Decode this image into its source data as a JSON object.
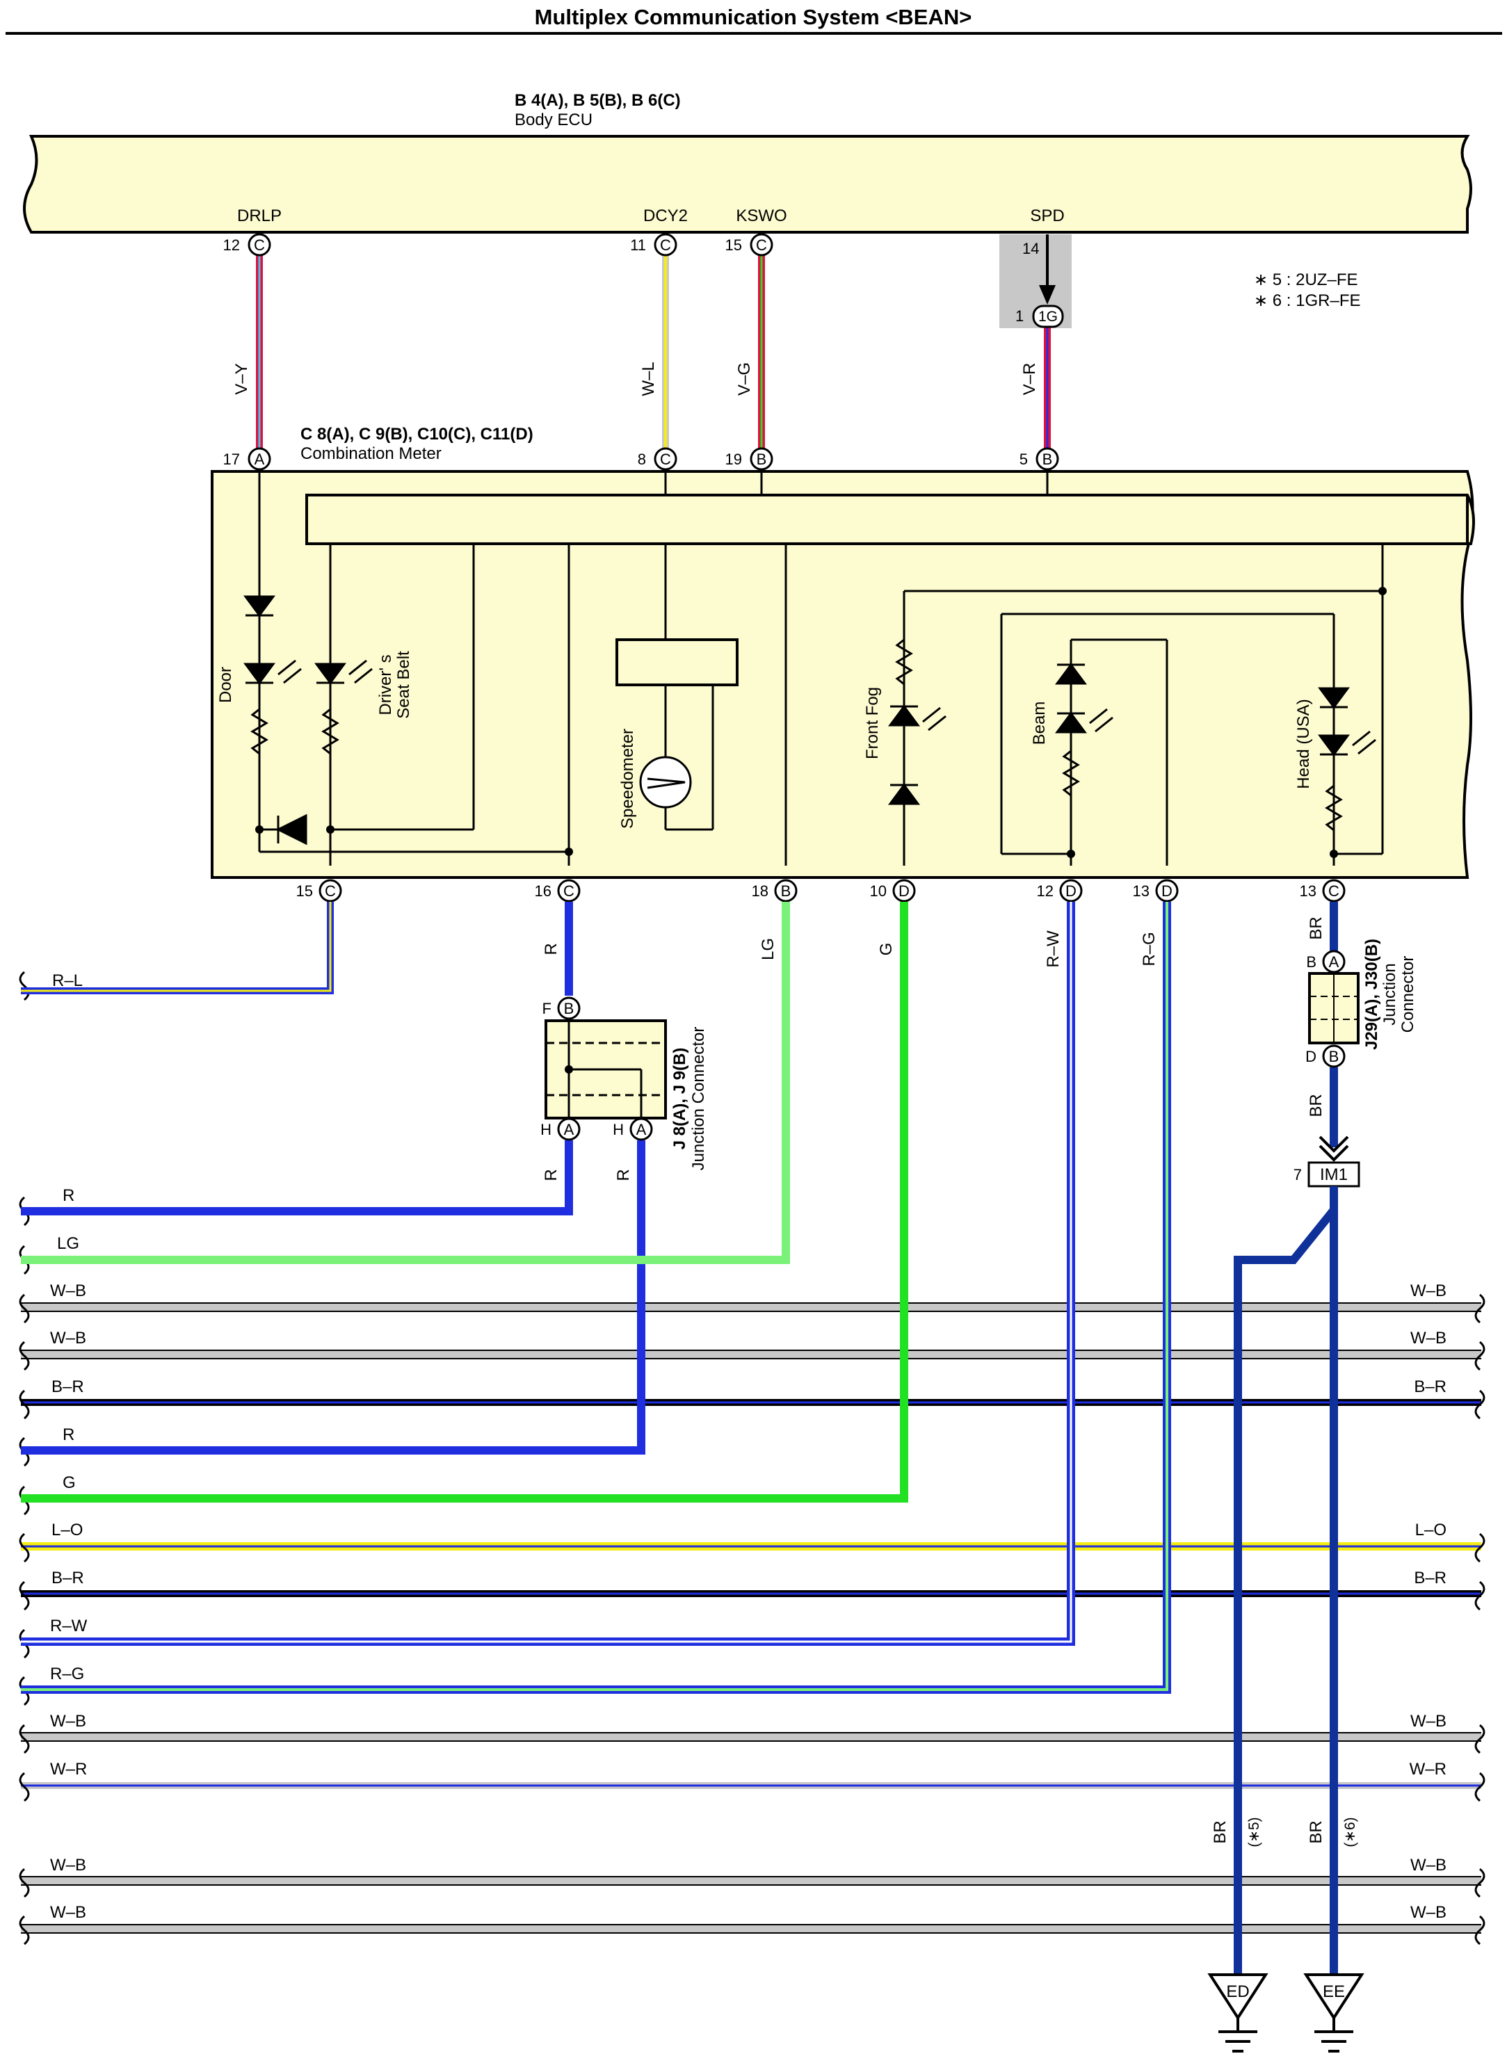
{
  "title": "Multiplex Communication System <BEAN>",
  "body_ecu": {
    "code": "B 4(A), B 5(B), B 6(C)",
    "name": "Body ECU"
  },
  "meter": {
    "code": "C 8(A), C 9(B), C10(C), C11(D)",
    "name": "Combination Meter"
  },
  "notes": [
    "∗ 5 : 2UZ–FE",
    "∗ 6 : 1GR–FE"
  ],
  "ecu_terms": [
    {
      "name": "DRLP",
      "pin": "12",
      "conn": "C"
    },
    {
      "name": "DCY2",
      "pin": "11",
      "conn": "C"
    },
    {
      "name": "KSWO",
      "pin": "15",
      "conn": "C"
    },
    {
      "name": "SPD",
      "pin": "14",
      "conn": ""
    }
  ],
  "connector_1g": {
    "pin": "1",
    "label": "1G"
  },
  "wires_top": [
    "V–Y",
    "W–L",
    "V–G",
    "V–R"
  ],
  "meter_top_pins": [
    {
      "pin": "17",
      "conn": "A"
    },
    {
      "pin": "8",
      "conn": "C"
    },
    {
      "pin": "19",
      "conn": "B"
    },
    {
      "pin": "5",
      "conn": "B"
    }
  ],
  "meter_bottom_pins": [
    {
      "pin": "15",
      "conn": "C"
    },
    {
      "pin": "16",
      "conn": "C"
    },
    {
      "pin": "18",
      "conn": "B"
    },
    {
      "pin": "10",
      "conn": "D"
    },
    {
      "pin": "12",
      "conn": "D"
    },
    {
      "pin": "13",
      "conn": "D"
    },
    {
      "pin": "13",
      "conn": "C"
    }
  ],
  "internal_labels": [
    "Door",
    "Driver' s",
    "Seat Belt",
    "Speedometer",
    "Front Fog",
    "Beam",
    "Head (USA)"
  ],
  "j8": {
    "code": "J 8(A), J 9(B)",
    "name": "Junction Connector",
    "pin_f": "F",
    "conn_b": "B",
    "pin_h1": "H",
    "conn_a1": "A",
    "pin_h2": "H",
    "conn_a2": "A"
  },
  "j29": {
    "code": "J29(A), J30(B)",
    "name1": "Junction",
    "name2": "Connector",
    "pin_b": "B",
    "conn_a": "A",
    "pin_d": "D",
    "conn_b": "B"
  },
  "im1": {
    "pin": "7",
    "label": "IM1"
  },
  "mid_wires": [
    "R–L",
    "R",
    "LG",
    "G",
    "R–W",
    "R–G",
    "BR",
    "BR"
  ],
  "bus_left": [
    "R",
    "LG",
    "W–B",
    "W–B",
    "B–R",
    "R",
    "G",
    "L–O",
    "B–R",
    "R–W",
    "R–G",
    "W–B",
    "W–R",
    "W–B",
    "W–B"
  ],
  "bus_right": [
    "W–B",
    "W–B",
    "B–R",
    "L–O",
    "B–R",
    "W–B",
    "W–R",
    "W–B",
    "W–B"
  ],
  "ground_wires": [
    {
      "color": "BR",
      "note": "(∗5)"
    },
    {
      "color": "BR",
      "note": "(∗6)"
    }
  ],
  "grounds": [
    "ED",
    "EE"
  ],
  "colors": {
    "panel": "#fdfbd0",
    "blue": "#1f2fe0",
    "darkblue": "#10309a",
    "lgreen": "#7af27a",
    "green": "#22e022",
    "yellow": "#f5ee10",
    "red": "#e01040",
    "cyan": "#40c8e8",
    "gray": "#c8c8c8"
  }
}
